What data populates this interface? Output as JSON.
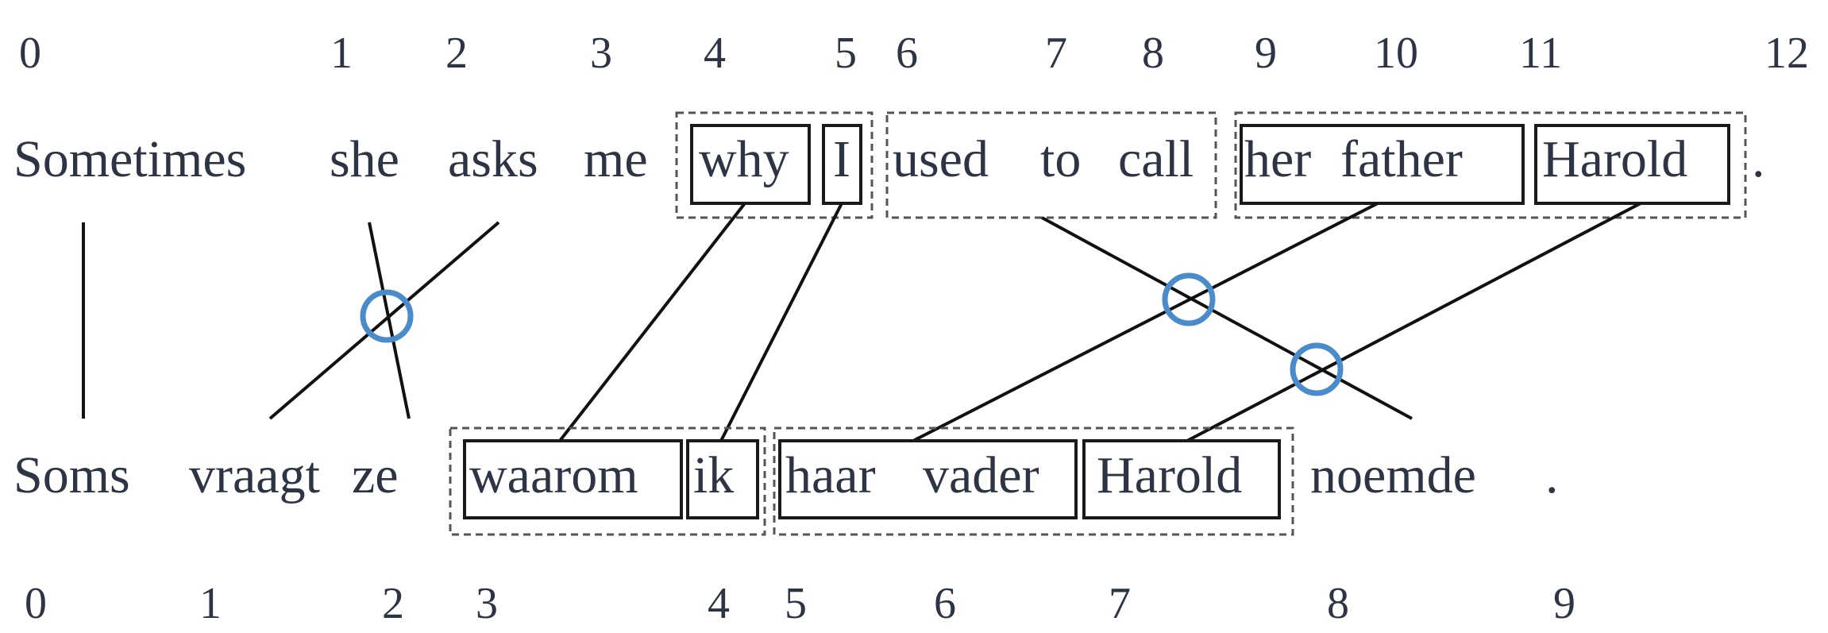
{
  "source": {
    "indices": [
      "0",
      "1",
      "2",
      "3",
      "4",
      "5",
      "6",
      "7",
      "8",
      "9",
      "10",
      "11",
      "12"
    ],
    "words": [
      "Sometimes",
      "she",
      "asks",
      "me",
      "why",
      "I",
      "used",
      "to",
      "call",
      "her",
      "father",
      "Harold",
      "."
    ]
  },
  "target": {
    "indices": [
      "0",
      "1",
      "2",
      "3",
      "4",
      "5",
      "6",
      "7",
      "8",
      "9"
    ],
    "words": [
      "Soms",
      "vraagt",
      "ze",
      "waarom",
      "ik",
      "haar",
      "vader",
      "Harold",
      "noemde",
      "."
    ]
  },
  "alignments": [
    {
      "src": "Sometimes",
      "tgt": "Soms"
    },
    {
      "src": "she",
      "tgt": "ze"
    },
    {
      "src": "asks",
      "tgt": "vraagt"
    },
    {
      "src": "why",
      "tgt": "waarom"
    },
    {
      "src": "I",
      "tgt": "ik"
    },
    {
      "src": "used to call",
      "tgt": "noemde"
    },
    {
      "src": "her father",
      "tgt": "haar vader"
    },
    {
      "src": "Harold",
      "tgt": "Harold"
    }
  ],
  "crossings": 3,
  "colors": {
    "text": "#2d3444",
    "crossing_marker": "#4a8ccb",
    "line": "#111111"
  }
}
